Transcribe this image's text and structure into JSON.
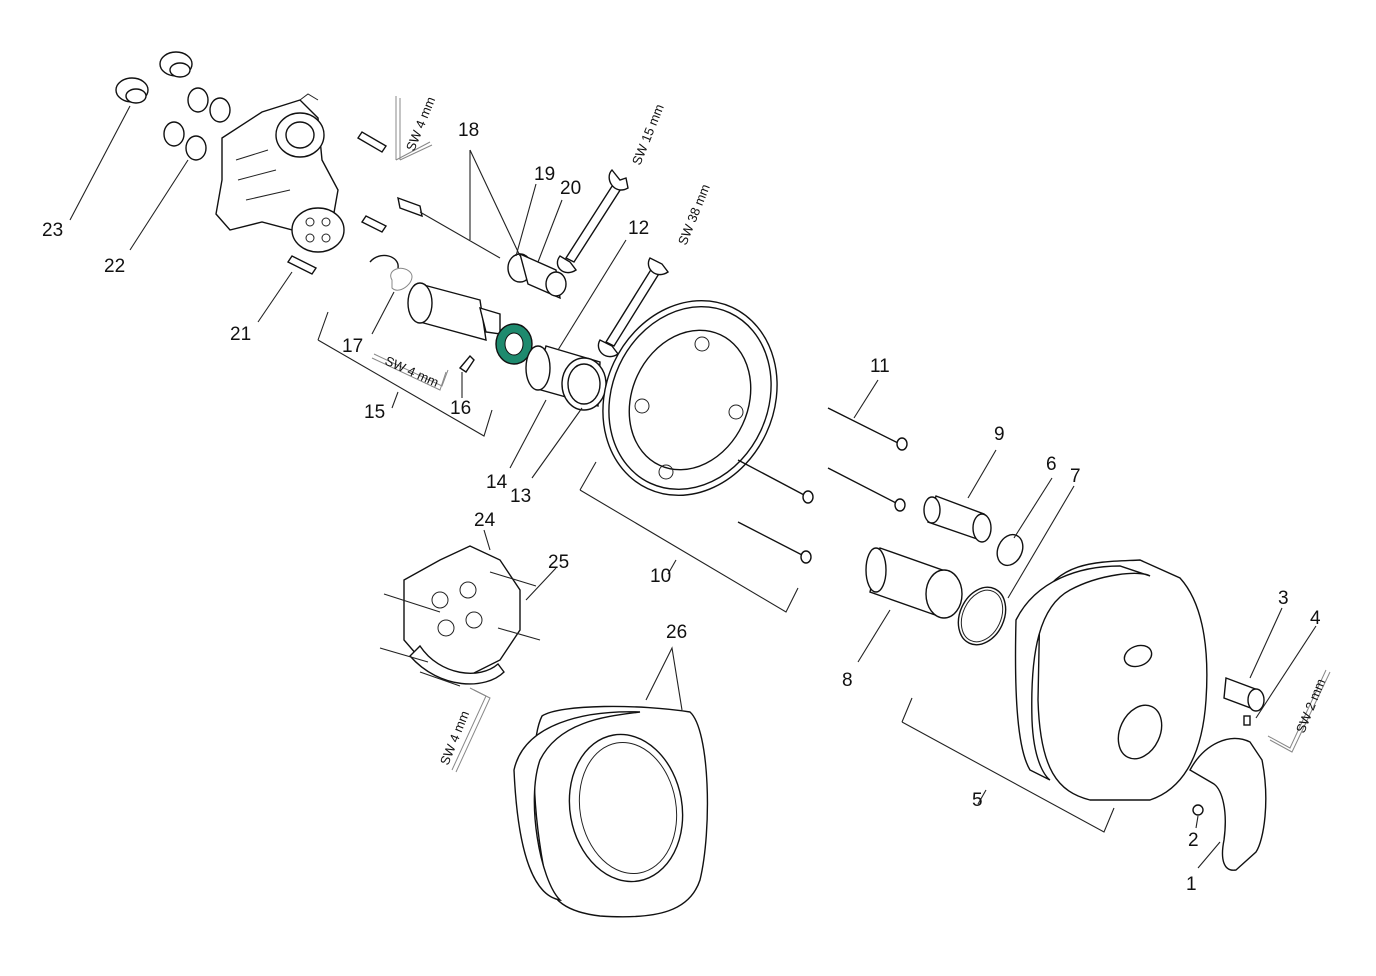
{
  "diagram": {
    "labels": {
      "p1": "1",
      "p2": "2",
      "p3": "3",
      "p4": "4",
      "p5": "5",
      "p6": "6",
      "p7": "7",
      "p8": "8",
      "p9": "9",
      "p10": "10",
      "p11": "11",
      "p12": "12",
      "p13": "13",
      "p14": "14",
      "p15": "15",
      "p16": "16",
      "p17": "17",
      "p18": "18",
      "p19": "19",
      "p20": "20",
      "p21": "21",
      "p22": "22",
      "p23": "23",
      "p24": "24",
      "p25": "25",
      "p26": "26"
    },
    "tools": {
      "allen_4mm_top": "SW 4 mm",
      "wrench_15mm": "SW 15 mm",
      "wrench_38mm": "SW 38 mm",
      "allen_4mm_mid": "SW 4 mm",
      "allen_4mm_bottom": "SW 4 mm",
      "allen_2mm": "SW 2 mm"
    },
    "colors": {
      "accent_ring": "#1e8a6e",
      "line": "#111111"
    }
  }
}
